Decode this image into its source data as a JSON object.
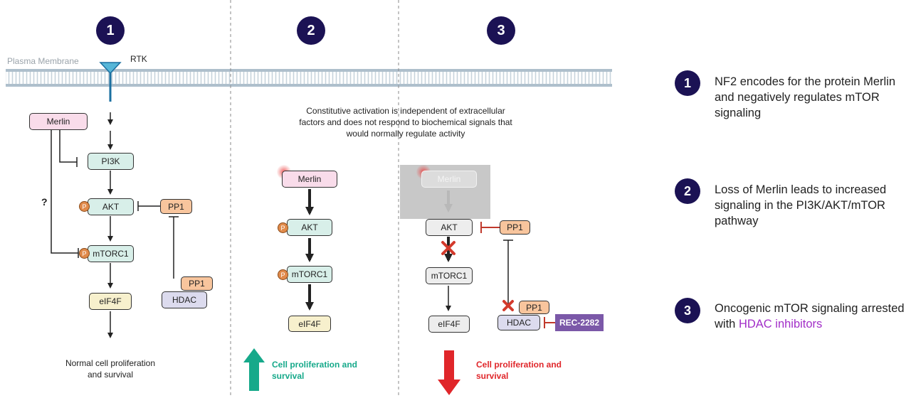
{
  "panels": {
    "p1": {
      "number": "1",
      "membrane_label": "Plasma Membrane",
      "receptor_label": "RTK",
      "merlin": "Merlin",
      "pi3k": "PI3K",
      "akt": "AKT",
      "pp1": "PP1",
      "mtorc1": "mTORC1",
      "eif4f": "eIF4F",
      "pp1_hdac": "PP1",
      "hdac": "HDAC",
      "question": "?",
      "phospho": "P",
      "outcome_line1": "Normal cell proliferation",
      "outcome_line2": "and survival"
    },
    "p2": {
      "number": "2",
      "note_line1": "Constitutive activation is independent of extracellular",
      "note_line2": "factors and does not respond to biochemical signals that",
      "note_line3": "would normally regulate activity",
      "merlin": "Merlin",
      "akt": "AKT",
      "mtorc1": "mTORC1",
      "eif4f": "eIF4F",
      "phospho": "P",
      "outcome_line1": "Cell proliferation and",
      "outcome_line2": "survival"
    },
    "p3": {
      "number": "3",
      "merlin": "Merlin",
      "akt": "AKT",
      "pp1": "PP1",
      "mtorc1": "mTORC1",
      "eif4f": "eIF4F",
      "pp1_hdac": "PP1",
      "hdac": "HDAC",
      "drug": "REC-2282",
      "outcome_line1": "Cell proliferation and",
      "outcome_line2": "survival"
    }
  },
  "legend": [
    {
      "number": "1",
      "text": "NF2 encodes for the protein Merlin and negatively regulates mTOR signaling",
      "highlight": ""
    },
    {
      "number": "2",
      "text": "Loss of Merlin leads to increased signaling in the PI3K/AKT/mTOR pathway",
      "highlight": ""
    },
    {
      "number": "3",
      "text": "Oncogenic mTOR signaling arrested with ",
      "highlight": "HDAC inhibitors"
    }
  ],
  "colors": {
    "badge": "#1b1254",
    "highlight": "#a22ec8",
    "up_arrow": "#16a98a",
    "down_arrow": "#e0262a",
    "inhibition_red": "#c0392b",
    "drug_box": "#7b58a8",
    "membrane": "#aebfcc"
  }
}
